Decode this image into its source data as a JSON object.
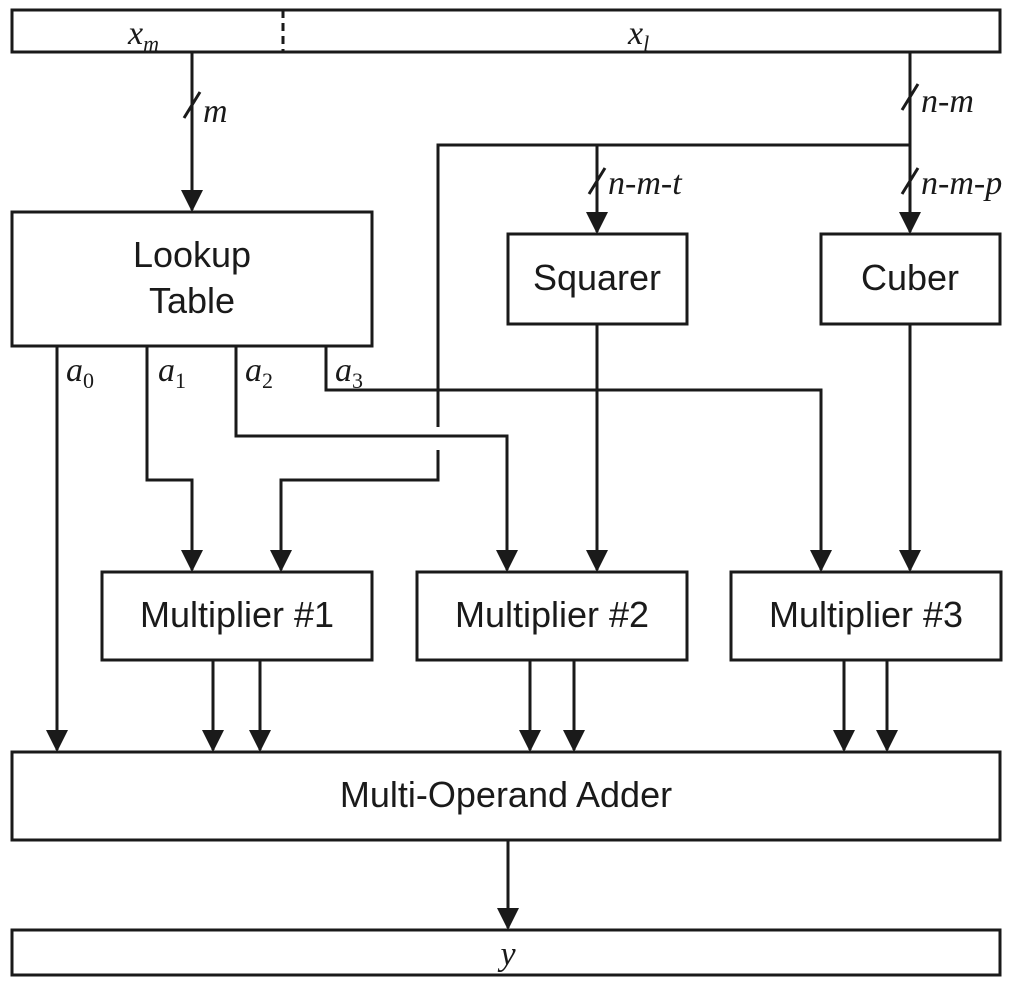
{
  "registers": {
    "input_left": {
      "var": "x",
      "sub": "m"
    },
    "input_right": {
      "var": "x",
      "sub": "l"
    },
    "output": {
      "var": "y"
    }
  },
  "blocks": {
    "lookup_table": [
      "Lookup",
      "Table"
    ],
    "squarer": "Squarer",
    "cuber": "Cuber",
    "multiplier_1": "Multiplier #1",
    "multiplier_2": "Multiplier #2",
    "multiplier_3": "Multiplier #3",
    "adder": "Multi-Operand Adder"
  },
  "coefficients": [
    {
      "var": "a",
      "sub": "0"
    },
    {
      "var": "a",
      "sub": "1"
    },
    {
      "var": "a",
      "sub": "2"
    },
    {
      "var": "a",
      "sub": "3"
    }
  ],
  "bus_widths": {
    "lookup_in": "m",
    "xl_out": "n-m",
    "squarer_in": "n-m-t",
    "cuber_in": "n-m-p"
  }
}
